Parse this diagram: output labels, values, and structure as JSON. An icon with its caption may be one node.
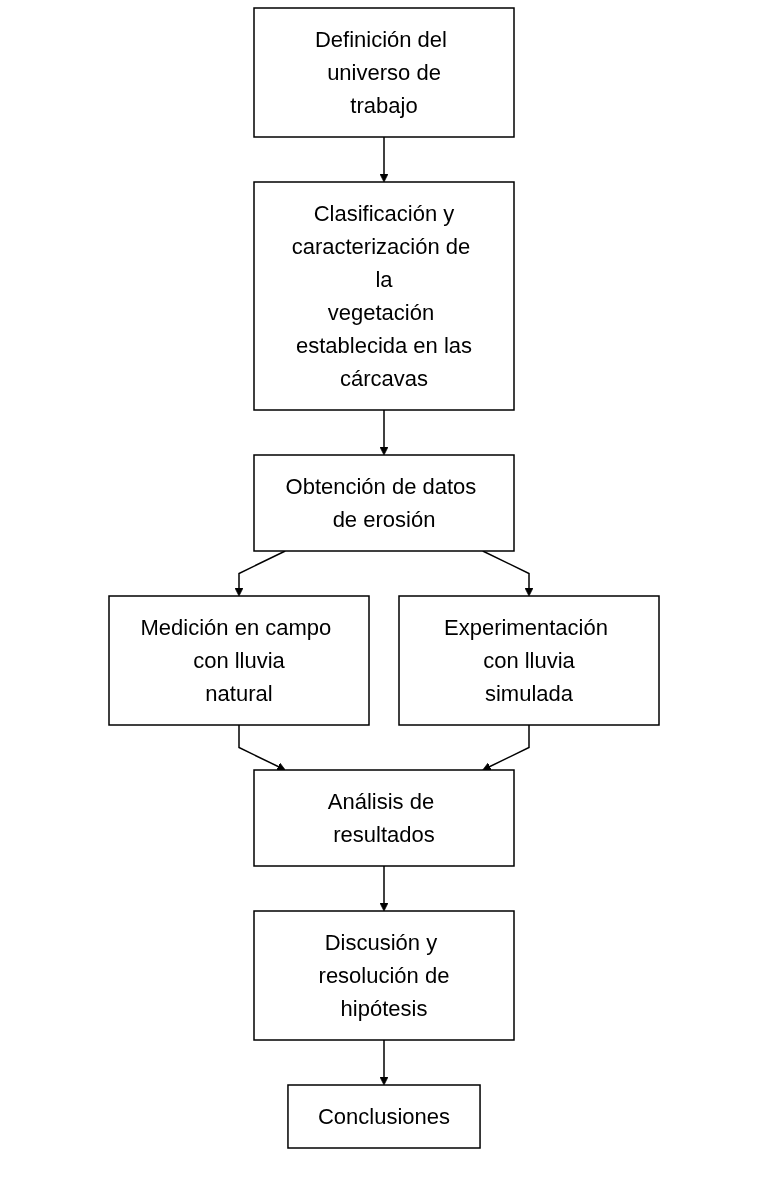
{
  "diagram": {
    "nodes": [
      {
        "text": [
          "Definición del universo de trabajo"
        ]
      },
      {
        "text": [
          "Clasificación y caracterización de la vegetación establecida en las cárcavas"
        ]
      },
      {
        "text": [
          "Obtención de datos de erosión"
        ]
      },
      {
        "text": [
          "Medición en campo con lluvia natural"
        ]
      },
      {
        "text": [
          "Experimentación con lluvia simulada"
        ]
      },
      {
        "text": [
          "Análisis de resultados"
        ]
      },
      {
        "text": [
          "Discusión y resolución de hipótesis"
        ]
      },
      {
        "text": [
          "Conclusiones"
        ]
      }
    ],
    "edges": [
      {
        "from": 0,
        "to": 1,
        "arrow": "to"
      },
      {
        "from": 1,
        "to": 2,
        "arrow": "to"
      },
      {
        "from": 2,
        "to": 3,
        "arrow": "to"
      },
      {
        "from": 2,
        "to": 4,
        "arrow": "to"
      },
      {
        "from": 3,
        "to": 5,
        "arrow": "to"
      },
      {
        "from": 4,
        "to": 5,
        "arrow": "to"
      },
      {
        "from": 5,
        "to": 6,
        "arrow": "to"
      },
      {
        "from": 6,
        "to": 7,
        "arrow": "to"
      }
    ]
  }
}
